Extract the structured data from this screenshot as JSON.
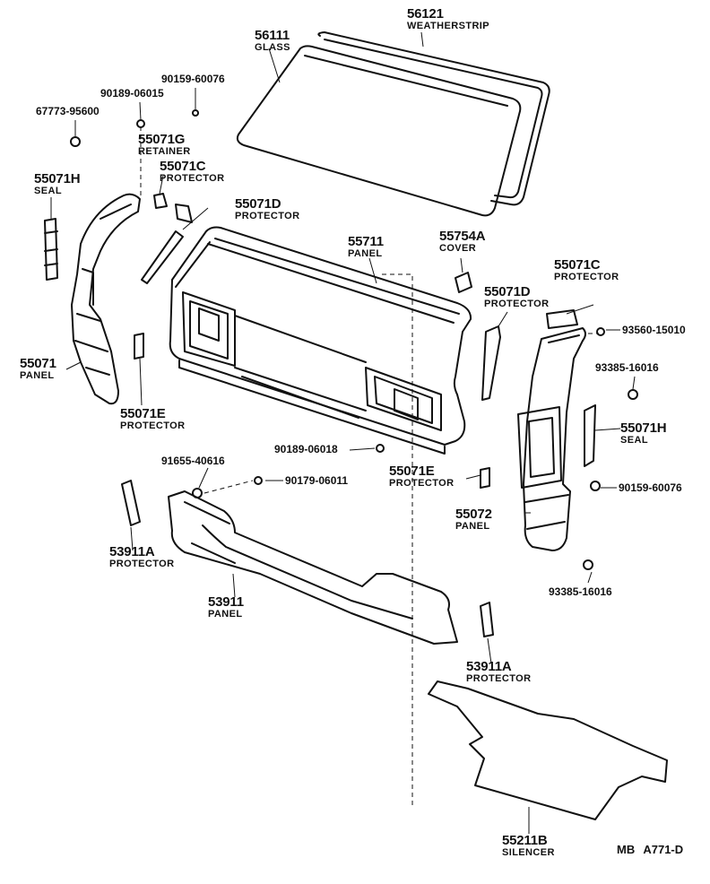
{
  "diagram_code": "MB  A771-D",
  "callouts": {
    "glass": {
      "number": "56111",
      "name": "GLASS"
    },
    "weatherstrip": {
      "number": "56121",
      "name": "WEATHERSTRIP"
    },
    "retainer": {
      "number": "55071G",
      "name": "RETAINER"
    },
    "protector_c_left": {
      "number": "55071C",
      "name": "PROTECTOR"
    },
    "seal_h_left": {
      "number": "55071H",
      "name": "SEAL"
    },
    "protector_d_left": {
      "number": "55071D",
      "name": "PROTECTOR"
    },
    "panel_55711": {
      "number": "55711",
      "name": "PANEL"
    },
    "cover": {
      "number": "55754A",
      "name": "COVER"
    },
    "panel_55071": {
      "number": "55071",
      "name": "PANEL"
    },
    "protector_e_left": {
      "number": "55071E",
      "name": "PROTECTOR"
    },
    "protector_c_right": {
      "number": "55071C",
      "name": "PROTECTOR"
    },
    "protector_d_right": {
      "number": "55071D",
      "name": "PROTECTOR"
    },
    "seal_h_right": {
      "number": "55071H",
      "name": "SEAL"
    },
    "protector_e_right": {
      "number": "55071E",
      "name": "PROTECTOR"
    },
    "panel_55072": {
      "number": "55072",
      "name": "PANEL"
    },
    "protector_a_left": {
      "number": "53911A",
      "name": "PROTECTOR"
    },
    "panel_53911": {
      "number": "53911",
      "name": "PANEL"
    },
    "protector_a_right": {
      "number": "53911A",
      "name": "PROTECTOR"
    },
    "silencer": {
      "number": "55211B",
      "name": "SILENCER"
    }
  },
  "part_numbers": {
    "p_90159_top": "90159-60076",
    "p_90189_top": "90189-06015",
    "p_67773": "67773-95600",
    "p_93560": "93560-15010",
    "p_93385_top": "93385-16016",
    "p_90189_mid": "90189-06018",
    "p_91655": "91655-40616",
    "p_90179": "90179-06011",
    "p_90159_right": "90159-60076",
    "p_93385_bottom": "93385-16016"
  }
}
